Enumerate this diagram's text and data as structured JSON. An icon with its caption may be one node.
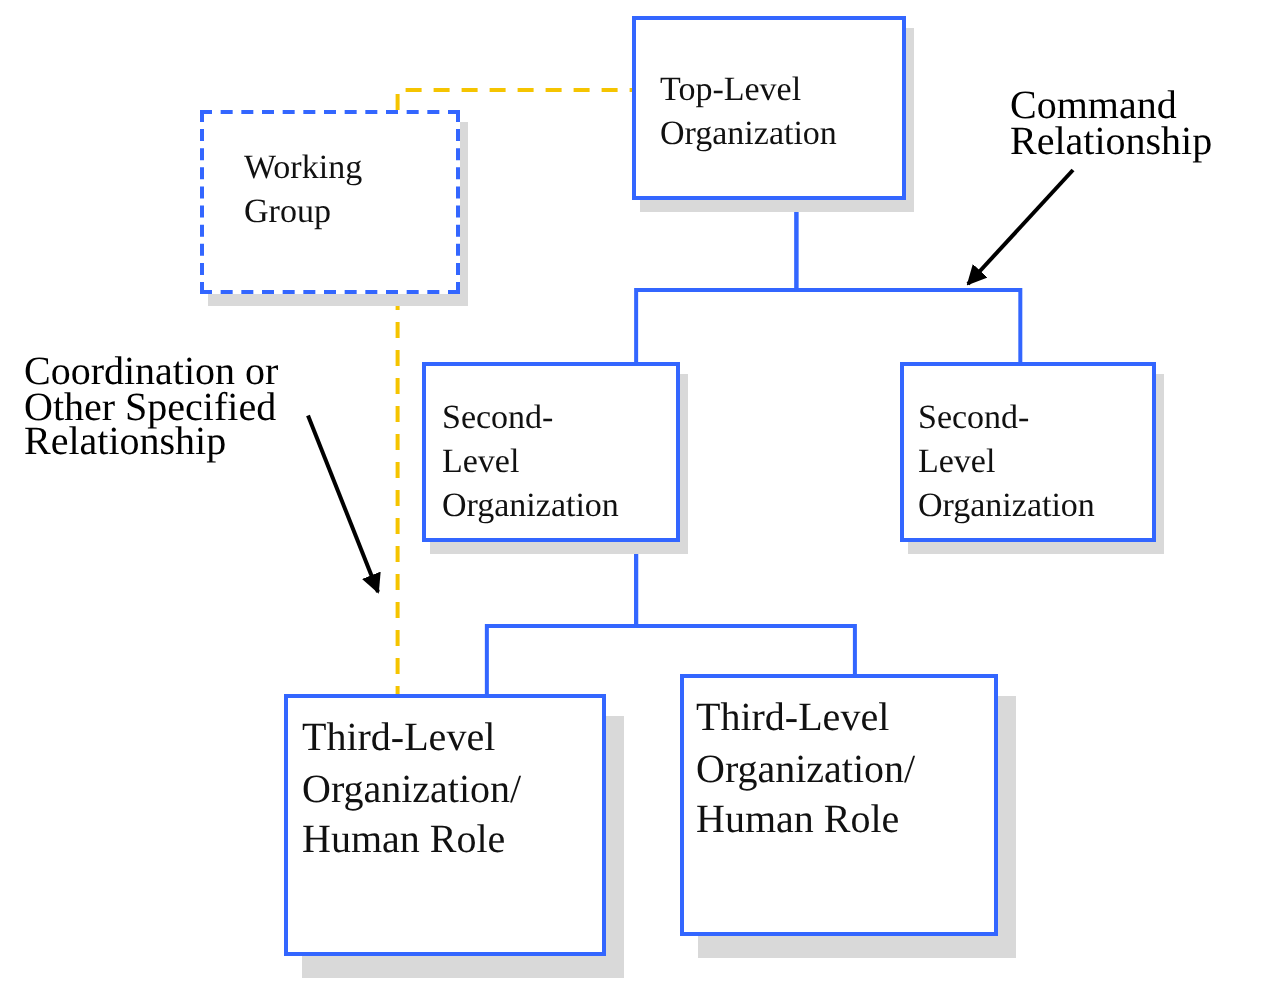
{
  "diagram": {
    "nodes": [
      {
        "text": [
          "Top-Level Organization"
        ]
      },
      {
        "text": [
          "Working Group"
        ]
      },
      {
        "text": [
          "Second-Level Organization"
        ]
      },
      {
        "text": [
          "Second-Level Organization"
        ]
      },
      {
        "text": [
          "Third-Level Organization/ Human Role"
        ]
      },
      {
        "text": [
          "Third-Level Organization/ Human Role"
        ]
      },
      {
        "text": [
          "Command Relationship"
        ]
      },
      {
        "text": [
          "Coordination or Other Specified Relationship"
        ]
      }
    ],
    "edges": [
      {
        "from": 0,
        "to": 2,
        "arrow": "none"
      },
      {
        "from": 0,
        "to": 3,
        "arrow": "none"
      },
      {
        "from": 2,
        "to": 4,
        "arrow": "none"
      },
      {
        "from": 2,
        "to": 5,
        "arrow": "none"
      },
      {
        "from": 1,
        "to": 0,
        "arrow": "none",
        "style": "dashed",
        "color": "#f5c400"
      },
      {
        "from": 1,
        "to": 4,
        "arrow": "none",
        "style": "dashed",
        "color": "#f5c400"
      },
      {
        "from": 6,
        "to": null,
        "arrow": "to",
        "color": "#000000"
      },
      {
        "from": 7,
        "to": null,
        "arrow": "to",
        "color": "#000000"
      }
    ]
  }
}
